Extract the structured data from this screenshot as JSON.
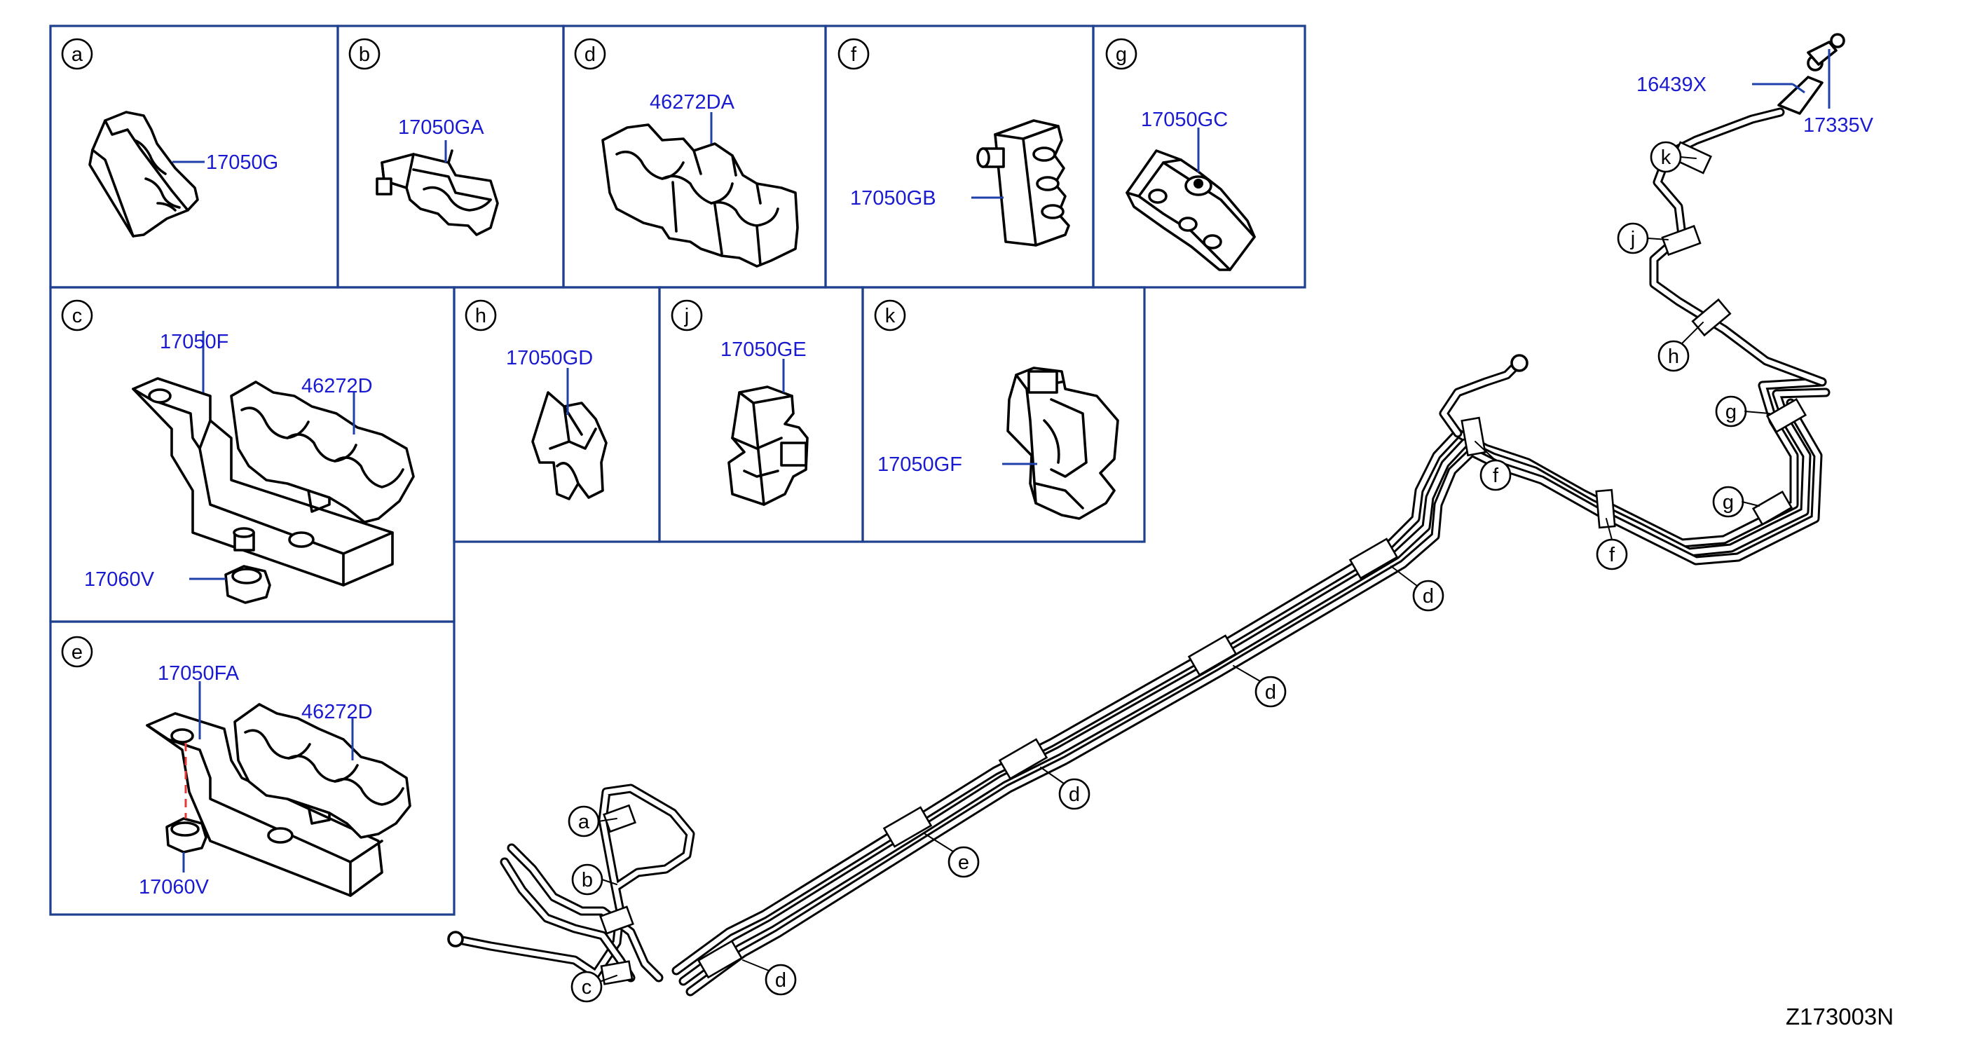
{
  "diagram_code": "Z173003N",
  "panels": {
    "a": {
      "letter": "a",
      "part": "17050G"
    },
    "b": {
      "letter": "b",
      "part": "17050GA"
    },
    "d": {
      "letter": "d",
      "part": "46272DA"
    },
    "f": {
      "letter": "f",
      "part": "17050GB"
    },
    "g": {
      "letter": "g",
      "part": "17050GC"
    },
    "c": {
      "letter": "c",
      "part_bracket": "17050F",
      "part_clip": "46272D",
      "part_nut": "17060V"
    },
    "h": {
      "letter": "h",
      "part": "17050GD"
    },
    "j": {
      "letter": "j",
      "part": "17050GE"
    },
    "k": {
      "letter": "k",
      "part": "17050GF"
    },
    "e": {
      "letter": "e",
      "part_bracket": "17050FA",
      "part_clip": "46272D",
      "part_nut": "17060V"
    }
  },
  "assembly": {
    "part_tube_end": "16439X",
    "part_hose": "17335V",
    "callouts": [
      "k",
      "j",
      "h",
      "g",
      "g",
      "f",
      "f",
      "d",
      "d",
      "d",
      "e",
      "d",
      "a",
      "b",
      "c"
    ]
  }
}
